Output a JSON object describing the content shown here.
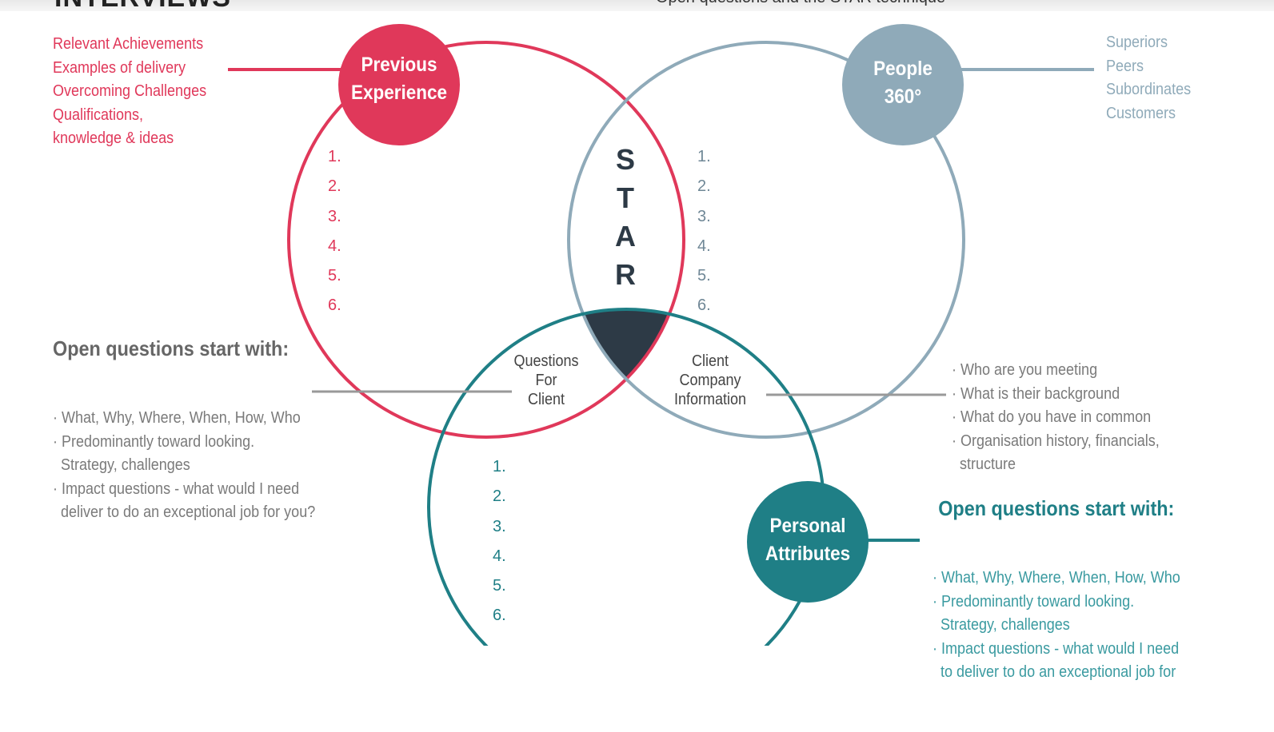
{
  "title": "INTERVIEWS",
  "subtitle": "Open questions and the STAR technique",
  "colors": {
    "red": "#e0385a",
    "blue": "#8faab9",
    "teal": "#1f7f86",
    "dark": "#2d3a46"
  },
  "previous_experience": {
    "label_line1": "Previous",
    "label_line2": "Experience",
    "items": [
      "Relevant Achievements",
      "Examples of delivery",
      "Overcoming Challenges",
      "Qualifications,",
      "knowledge & ideas"
    ],
    "numbers": [
      "1.",
      "2.",
      "3.",
      "4.",
      "5.",
      "6."
    ]
  },
  "people": {
    "label_line1": "People",
    "label_line2": "360°",
    "items": [
      "Superiors",
      "Peers",
      "Subordinates",
      "Customers"
    ],
    "numbers": [
      "1.",
      "2.",
      "3.",
      "4.",
      "5.",
      "6."
    ]
  },
  "personal": {
    "label_line1": "Personal",
    "label_line2": "Attributes",
    "numbers": [
      "1.",
      "2.",
      "3.",
      "4.",
      "5.",
      "6."
    ]
  },
  "star": [
    "S",
    "T",
    "A",
    "R"
  ],
  "questions_for_client": [
    "Questions",
    "For",
    "Client"
  ],
  "client_company": [
    "Client",
    "Company",
    "Information"
  ],
  "open_questions_left": {
    "heading": "Open questions start with:",
    "items": [
      "· What, Why, Where, When, How, Who",
      "· Predominantly toward looking.",
      "  Strategy, challenges",
      "· Impact questions - what would I need",
      "  deliver to do an exceptional job for you?"
    ]
  },
  "client_info_list": [
    "· Who are you meeting",
    "· What is their background",
    "· What do you have in common",
    "· Organisation history, financials,",
    "  structure"
  ],
  "open_questions_right": {
    "heading": "Open questions start with:",
    "items": [
      "· What, Why, Where, When, How, Who",
      "· Predominantly toward looking.",
      "  Strategy, challenges",
      "· Impact questions - what would I need",
      "  to deliver to do an exceptional job for"
    ]
  }
}
